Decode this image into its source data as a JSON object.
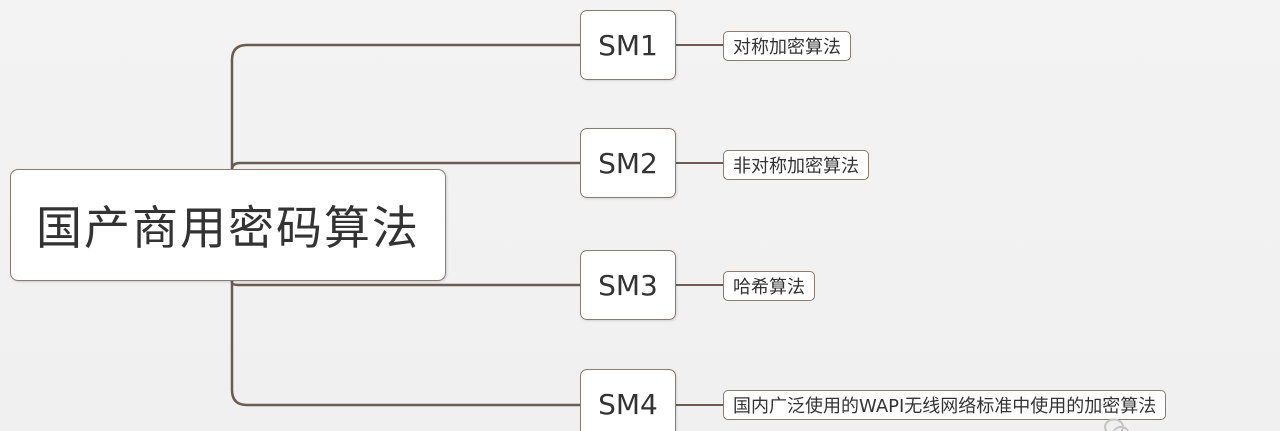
{
  "mindmap": {
    "root": {
      "label": "国产商用密码算法"
    },
    "branches": [
      {
        "label": "SM1",
        "description": "对称加密算法"
      },
      {
        "label": "SM2",
        "description": "非对称加密算法"
      },
      {
        "label": "SM3",
        "description": "哈希算法"
      },
      {
        "label": "SM4",
        "description": "国内广泛使用的WAPI无线网络标准中使用的加密算法"
      }
    ]
  },
  "colors": {
    "background": "#f2f2f2",
    "node_fill": "#ffffff",
    "node_border": "#8a7c70",
    "connector": "#6b5b52",
    "text": "#333333"
  },
  "icons": {
    "watermark": "wechat-icon"
  }
}
